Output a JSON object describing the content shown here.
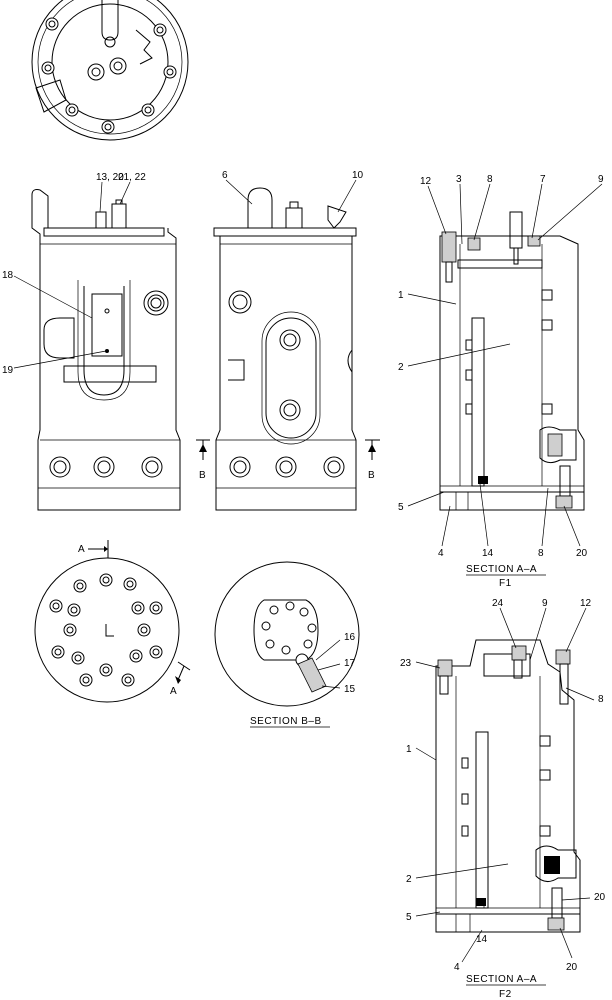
{
  "callouts": {
    "side_view_1": [
      "13, 20",
      "21, 22",
      "18",
      "19"
    ],
    "side_view_2": [
      "6",
      "10"
    ],
    "section_f1": [
      "12",
      "3",
      "8",
      "7",
      "9",
      "1",
      "2",
      "5",
      "4",
      "14",
      "8",
      "20"
    ],
    "section_f2": [
      "24",
      "9",
      "12",
      "23",
      "8",
      "1",
      "2",
      "20",
      "5",
      "4",
      "14",
      "20"
    ],
    "section_bb": [
      "16",
      "17",
      "15"
    ],
    "cut_marks": [
      "B",
      "B",
      "A",
      "A"
    ]
  },
  "captions": {
    "section_bb": "SECTION  B–B",
    "section_f1": "SECTION  A–A",
    "section_f1_sub": "F1",
    "section_f2": "SECTION  A–A",
    "section_f2_sub": "F2"
  }
}
